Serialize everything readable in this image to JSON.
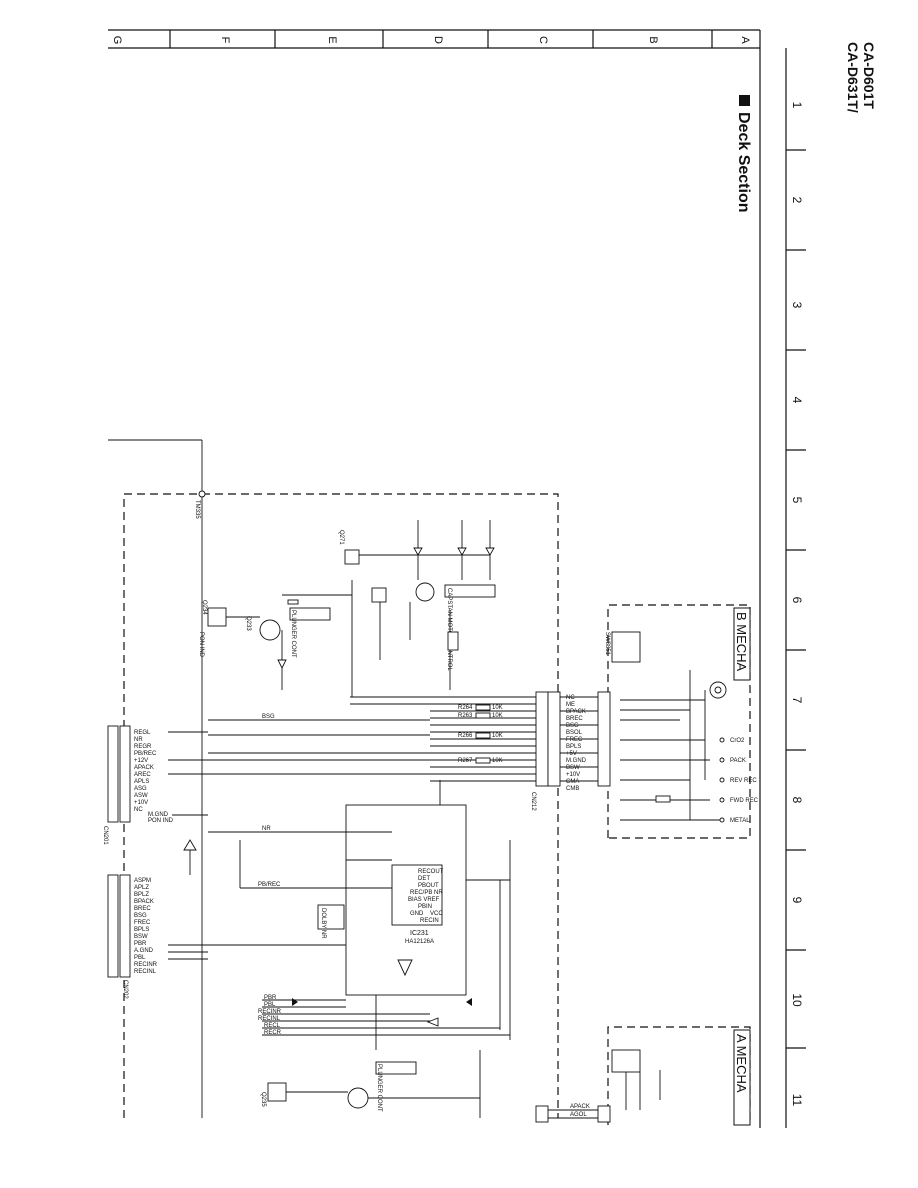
{
  "model": {
    "line1": "CA-D631T/",
    "line2": "CA-D601T"
  },
  "section": {
    "title": "Deck Section"
  },
  "grid": {
    "letters": [
      "G",
      "F",
      "E",
      "D",
      "C",
      "B",
      "A"
    ],
    "numbers": [
      "1",
      "2",
      "3",
      "4",
      "5",
      "6",
      "7",
      "8",
      "9",
      "10",
      "11"
    ]
  },
  "blocks": {
    "b_mecha": "B MECHA",
    "a_mecha": "A MECHA",
    "ic_label": "IC231",
    "ic_part": "HA12126A",
    "motor_control": "CAPSTAN MOTOR CONTROL",
    "plunger_cont_b": "PLUNGER CONT",
    "plunger_cont_a": "PLUNGER CONT",
    "dolby": "DOLBY NR"
  },
  "ic_pins": [
    "RECOUT",
    "DET",
    "PBOUT",
    "REC/PB NR",
    "BIAS VREF",
    "PBIN",
    "GND",
    "VCC",
    "RECIN"
  ],
  "mecha_signals": [
    "NC",
    "ME",
    "BPACK",
    "BREC",
    "BSG",
    "BSOL",
    "FREC",
    "BPLS",
    "+5V",
    "M.GND",
    "BSW",
    "+10V",
    "CMA",
    "CMB"
  ],
  "mecha_switches": [
    "CrO2",
    "PACK",
    "REV REC",
    "FWD REC",
    "METAL"
  ],
  "resistors": [
    {
      "ref": "R264",
      "val": "10K"
    },
    {
      "ref": "R263",
      "val": "10K"
    },
    {
      "ref": "R266",
      "val": "10K"
    },
    {
      "ref": "R267",
      "val": "10K"
    }
  ],
  "left_connector_top": {
    "name": "CN201",
    "signals": [
      "REGL",
      "NR",
      "REGR",
      "PB/REC",
      "+12V",
      "APACK",
      "AREC",
      "APLS",
      "ASG",
      "ASW",
      "+10V",
      "NC",
      "M.GND",
      "PON IND"
    ]
  },
  "left_connector_bottom": {
    "name": "CN202",
    "signals": [
      "ASPM",
      "APLZ",
      "BPLZ",
      "BPACK",
      "BREC",
      "BSG",
      "FREC",
      "BPLS",
      "BSW",
      "PBR",
      "A.GND",
      "PBL",
      "RECINR",
      "RECINL"
    ]
  },
  "output_lines": [
    "PBR",
    "PBL",
    "RECINR",
    "RECINL",
    "RECL",
    "RECR"
  ],
  "a_mecha_signals": [
    "APACK",
    "AGOL"
  ],
  "net_labels": {
    "bsg": "BSG",
    "nr": "NR",
    "pbrec": "PB/REC",
    "cn212": "CN212",
    "pon": "PON IND"
  }
}
